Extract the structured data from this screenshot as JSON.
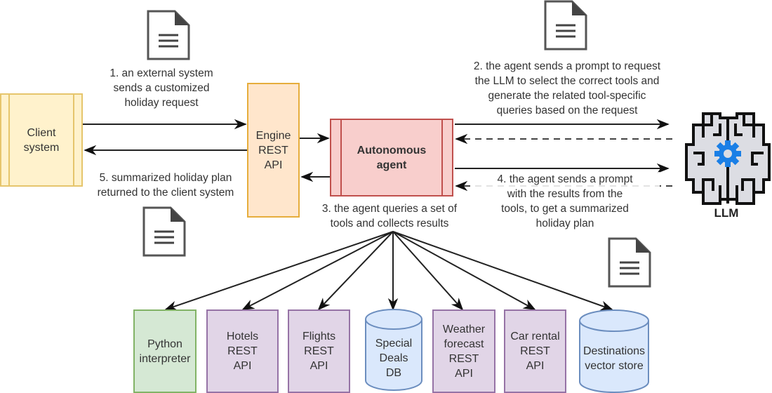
{
  "nodes": {
    "client": "Client\nsystem",
    "engine": "Engine\nREST\nAPI",
    "agent": "Autonomous\nagent",
    "llm": "LLM"
  },
  "steps": {
    "step1": "1. an external system\nsends a customized\nholiday request",
    "step2": "2. the agent sends a prompt to request\nthe LLM to select the correct tools and\ngenerate the related tool-specific\nqueries based on the request",
    "step3": "3. the agent queries a set of\ntools and collects results",
    "step4": "4. the agent sends a prompt\nwith the results from the\ntools, to get a summarized\nholiday plan",
    "step5": "5. summarized holiday plan\nreturned to the client system"
  },
  "tools": [
    {
      "label": "Python\ninterpreter",
      "kind": "process",
      "color": "green"
    },
    {
      "label": "Hotels\nREST\nAPI",
      "kind": "process",
      "color": "purple"
    },
    {
      "label": "Flights\nREST\nAPI",
      "kind": "process",
      "color": "purple"
    },
    {
      "label": "Special\nDeals\nDB",
      "kind": "database",
      "color": "blue"
    },
    {
      "label": "Weather\nforecast\nREST\nAPI",
      "kind": "process",
      "color": "purple"
    },
    {
      "label": "Car rental\nREST\nAPI",
      "kind": "process",
      "color": "purple"
    },
    {
      "label": "Destinations\nvector store",
      "kind": "database",
      "color": "blue"
    }
  ],
  "icons": {
    "document": "document-icon",
    "llm": "brain-gear-icon"
  },
  "colors": {
    "client_fill": "#fff2cc",
    "engine_fill": "#ffe6cc",
    "agent_fill": "#f8cecc",
    "tool_green_fill": "#d5e8d4",
    "tool_purple_fill": "#e1d5e7",
    "db_fill": "#dae8fc",
    "gear": "#1a7fe6"
  }
}
